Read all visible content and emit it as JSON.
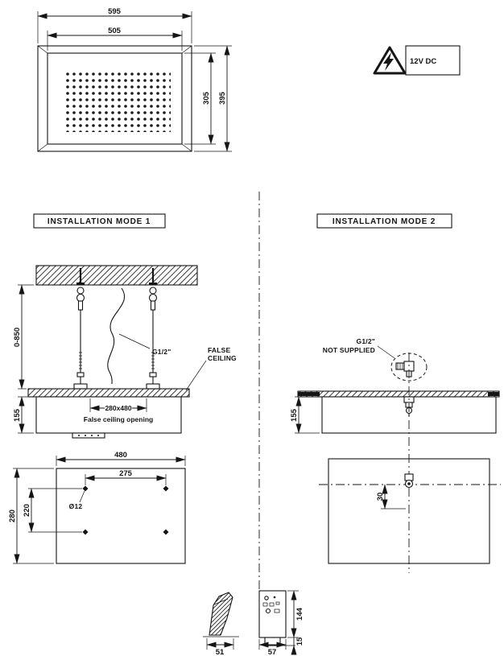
{
  "sheet": {
    "background": "#ffffff",
    "line_color": "#151515"
  },
  "top_view": {
    "dim_outer_width": "595",
    "dim_inner_width": "505",
    "dim_inner_height": "305",
    "dim_outer_height": "395"
  },
  "power_badge": {
    "voltage_label": "12V DC"
  },
  "mode1": {
    "title": "INSTALLATION MODE 1",
    "dim_hanger_range": "0-850",
    "pipe_thread_label": "G1/2\"",
    "false_ceiling_line1": "FALSE",
    "false_ceiling_line2": "CEILING",
    "dim_recess_depth": "155",
    "dim_opening": "280x480",
    "opening_caption": "False ceiling opening",
    "plan": {
      "dim_width": "480",
      "dim_hole_spacing_x": "275",
      "dim_height": "280",
      "dim_hole_spacing_y": "220",
      "hole_diameter": "Ø12"
    }
  },
  "mode2": {
    "title": "INSTALLATION MODE 2",
    "pipe_thread_label": "G1/2\"",
    "not_supplied_label": "NOT SUPPLIED",
    "dim_recess_depth": "155",
    "plan": {
      "dim_inlet_offset": "30"
    }
  },
  "remote": {
    "dim_holder_depth": "51",
    "dim_body_width": "57",
    "dim_body_height": "144",
    "dim_foot_height": "15"
  }
}
